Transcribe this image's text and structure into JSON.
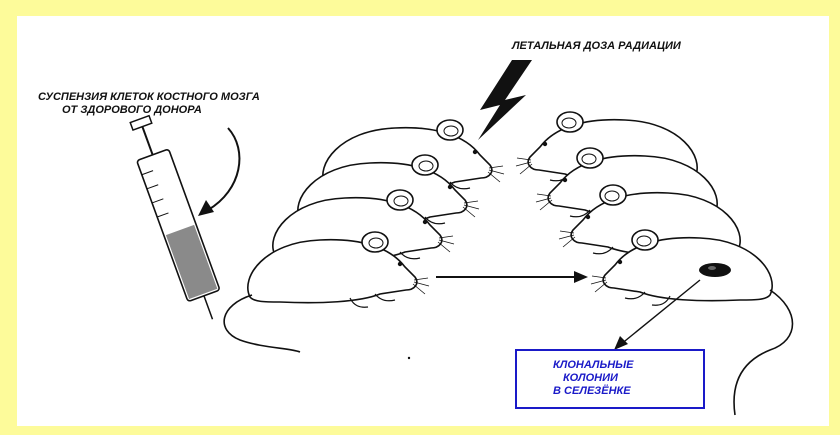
{
  "labels": {
    "syringe_line1": "СУСПЕНЗИЯ КЛЕТОК КОСТНОГО МОЗГА",
    "syringe_line2": "ОТ ЗДОРОВОГО ДОНОРА",
    "radiation": "ЛЕТАЛЬНАЯ ДОЗА РАДИАЦИИ",
    "result_line1": "КЛОНАЛЬНЫЕ",
    "result_line2": "КОЛОНИИ",
    "result_line3": "В СЕЛЕЗЁНКЕ"
  },
  "colors": {
    "page_background": "#fdfb9a",
    "panel_background": "#ffffff",
    "result_box_border": "#1a1ac8",
    "result_text": "#1a1ac8",
    "syringe_fluid": "#8a8a8a",
    "spleen_colony": "#111111"
  },
  "icons": {
    "lightning": "lightning-bolt-icon",
    "syringe": "syringe-icon",
    "mouse": "mouse-illustration"
  },
  "groups": {
    "left_mice_count": 4,
    "right_mice_count": 4
  }
}
